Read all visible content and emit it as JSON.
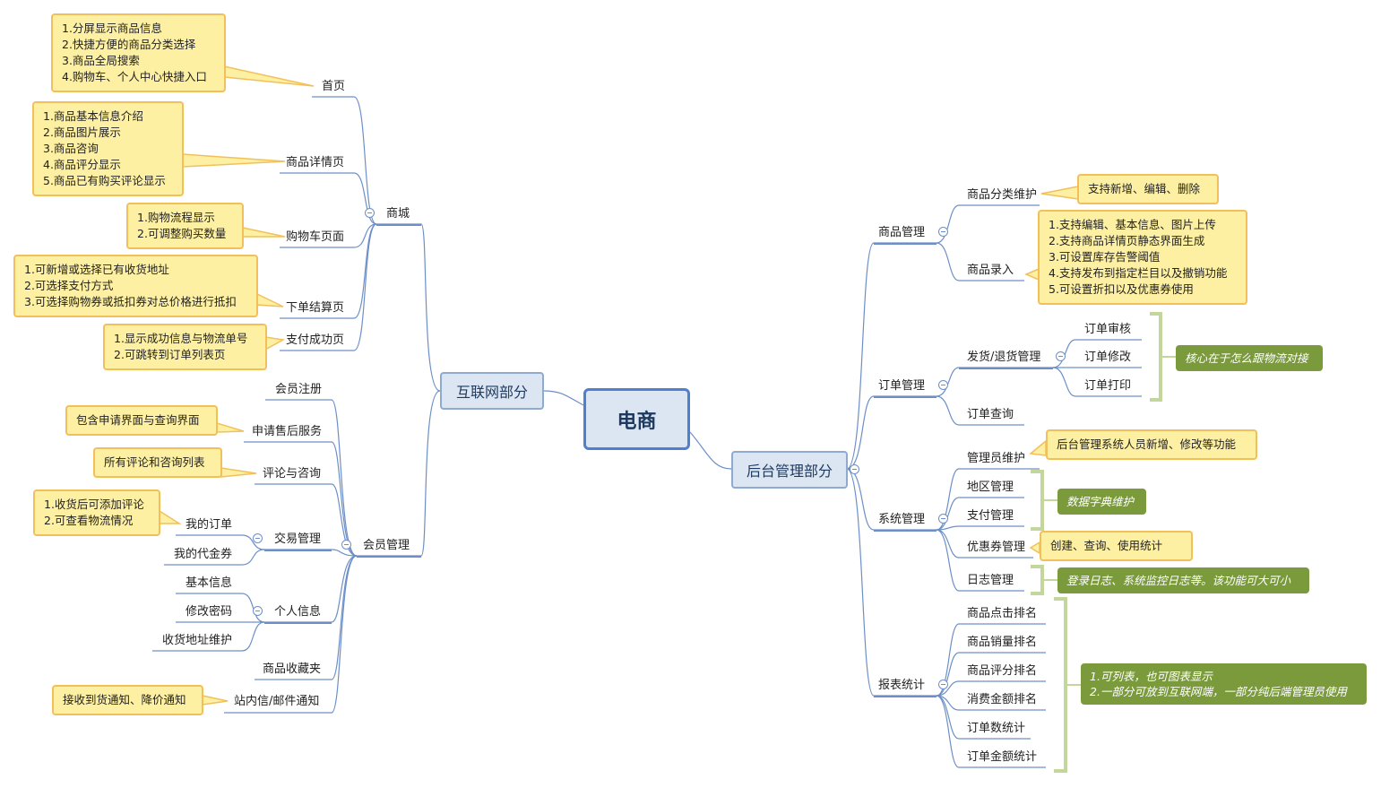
{
  "root": "电商",
  "left_branch": {
    "title": "互联网部分",
    "mall": {
      "title": "商城",
      "home": {
        "label": "首页",
        "note": [
          "1.分屏显示商品信息",
          "2.快捷方便的商品分类选择",
          "3.商品全局搜索",
          "4.购物车、个人中心快捷入口"
        ]
      },
      "detail": {
        "label": "商品详情页",
        "note": [
          "1.商品基本信息介绍",
          "2.商品图片展示",
          "3.商品咨询",
          "4.商品评分显示",
          "5.商品已有购买评论显示"
        ]
      },
      "cart": {
        "label": "购物车页面",
        "note": [
          "1.购物流程显示",
          "2.可调整购买数量"
        ]
      },
      "checkout": {
        "label": "下单结算页",
        "note": [
          "1.可新增或选择已有收货地址",
          "2.可选择支付方式",
          "3.可选择购物券或抵扣券对总价格进行抵扣"
        ]
      },
      "paid": {
        "label": "支付成功页",
        "note": [
          "1.显示成功信息与物流单号",
          "2.可跳转到订单列表页"
        ]
      }
    },
    "member": {
      "title": "会员管理",
      "register": {
        "label": "会员注册"
      },
      "aftersale": {
        "label": "申请售后服务",
        "note": [
          "包含申请界面与查询界面"
        ]
      },
      "review": {
        "label": "评论与咨询",
        "note": [
          "所有评论和咨询列表"
        ]
      },
      "trade": {
        "label": "交易管理",
        "orders": {
          "label": "我的订单",
          "note": [
            "1.收货后可添加评论",
            "2.可查看物流情况"
          ]
        },
        "coupons": {
          "label": "我的代金券"
        }
      },
      "profile": {
        "label": "个人信息",
        "items": [
          "基本信息",
          "修改密码",
          "收货地址维护"
        ]
      },
      "favorites": {
        "label": "商品收藏夹"
      },
      "messages": {
        "label": "站内信/邮件通知",
        "note": [
          "接收到货通知、降价通知"
        ]
      }
    }
  },
  "right_branch": {
    "title": "后台管理部分",
    "goods": {
      "title": "商品管理",
      "category": {
        "label": "商品分类维护",
        "note": [
          "支持新增、编辑、删除"
        ]
      },
      "entry": {
        "label": "商品录入",
        "note": [
          "1.支持编辑、基本信息、图片上传",
          "2.支持商品详情页静态界面生成",
          "3.可设置库存告警阈值",
          "4.支持发布到指定栏目以及撤销功能",
          "5.可设置折扣以及优惠券使用"
        ]
      }
    },
    "orders": {
      "title": "订单管理",
      "shipping": {
        "label": "发货/退货管理",
        "items": [
          "订单审核",
          "订单修改",
          "订单打印"
        ],
        "summary": "核心在于怎么跟物流对接"
      },
      "query": {
        "label": "订单查询"
      }
    },
    "system": {
      "title": "系统管理",
      "admin": {
        "label": "管理员维护",
        "note": [
          "后台管理系统人员新增、修改等功能"
        ]
      },
      "region": {
        "label": "地区管理"
      },
      "payment": {
        "label": "支付管理"
      },
      "dict_summary": "数据字典维护",
      "coupon": {
        "label": "优惠券管理",
        "note": [
          "创建、查询、使用统计"
        ]
      },
      "log": {
        "label": "日志管理",
        "summary": "登录日志、系统监控日志等。该功能可大可小"
      }
    },
    "reports": {
      "title": "报表统计",
      "items": [
        "商品点击排名",
        "商品销量排名",
        "商品评分排名",
        "消费金额排名",
        "订单数统计",
        "订单金额统计"
      ],
      "summary": [
        "1.可列表，也可图表显示",
        "2.一部分可放到互联网端，一部分纯后端管理员使用"
      ]
    }
  },
  "colors": {
    "line": "#6d8fc7",
    "note_fill": "#fdf0a3",
    "note_border": "#f2c05a",
    "summary_fill": "#7a9a3b",
    "bracket": "#c3d69b",
    "topic_fill": "#dce6f2"
  }
}
